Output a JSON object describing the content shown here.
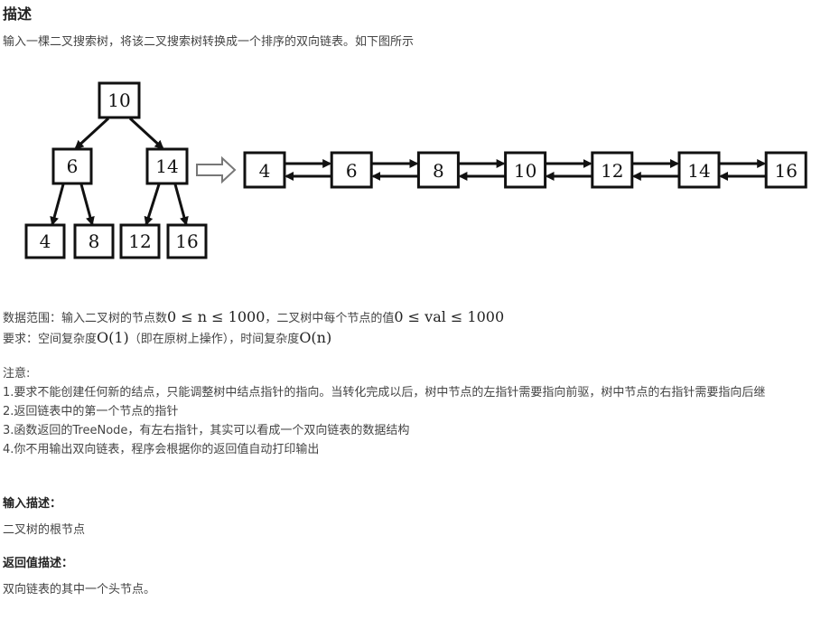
{
  "description": {
    "heading": "描述",
    "intro": "输入一棵二叉搜索树，将该二叉搜索树转换成一个排序的双向链表。如下图所示"
  },
  "figure": {
    "tree": {
      "root": "10",
      "level1": [
        "6",
        "14"
      ],
      "level2": [
        "4",
        "8",
        "12",
        "16"
      ]
    },
    "list": [
      "4",
      "6",
      "8",
      "10",
      "12",
      "14",
      "16"
    ]
  },
  "constraints": {
    "range_prefix": "数据范围：输入二叉树的节点数",
    "range_math_1": "0 ≤ n ≤ 1000",
    "range_mid": "，二叉树中每个节点的值",
    "range_math_2": "0 ≤ val ≤ 1000",
    "req_prefix": "要求：空间复杂度",
    "req_math_1": "O(1)",
    "req_mid": "（即在原树上操作），时间复杂度",
    "req_math_2": "O(n)"
  },
  "notes": {
    "label": "注意:",
    "items": [
      "1.要求不能创建任何新的结点，只能调整树中结点指针的指向。当转化完成以后，树中节点的左指针需要指向前驱，树中节点的右指针需要指向后继",
      "2.返回链表中的第一个节点的指针",
      "3.函数返回的TreeNode，有左右指针，其实可以看成一个双向链表的数据结构",
      "4.你不用输出双向链表，程序会根据你的返回值自动打印输出"
    ]
  },
  "input_desc": {
    "heading": "输入描述：",
    "text": "二叉树的根节点"
  },
  "return_desc": {
    "heading": "返回值描述：",
    "text": "双向链表的其中一个头节点。"
  }
}
